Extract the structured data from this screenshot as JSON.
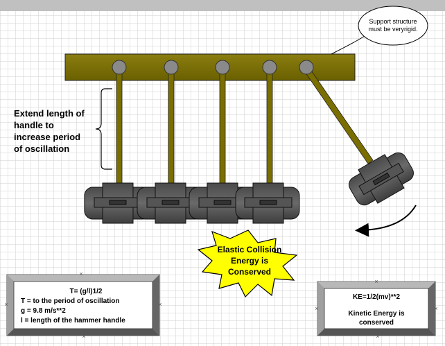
{
  "callout": {
    "text_line1": "Support structure",
    "text_line2": "must be veryrigid."
  },
  "handle_note": {
    "line1": "Extend length of",
    "line2": "handle to",
    "line3": "increase period",
    "line4": "of oscillation"
  },
  "collision_burst": {
    "line1": "Elastic Collision",
    "line2": "Energy is",
    "line3": "Conserved"
  },
  "period_box": {
    "formula": "T= (g/l)1/2",
    "line_t": "T =  to the period of oscillation",
    "line_g": "g = 9.8 m/s**2",
    "line_l": "l = length of the hammer handle"
  },
  "energy_box": {
    "formula": "KE=1/2(mv)**2",
    "line1": "Kinetic Energy is",
    "line2": "conserved"
  },
  "colors": {
    "grid": "#c8c8c8",
    "support_bar": "#7a6e00",
    "pin": "#8a8a8a",
    "rod": "#7a6e00",
    "hammer_body": "#5a5a5a",
    "burst_fill": "#ffff00"
  },
  "hammer_count": 5
}
